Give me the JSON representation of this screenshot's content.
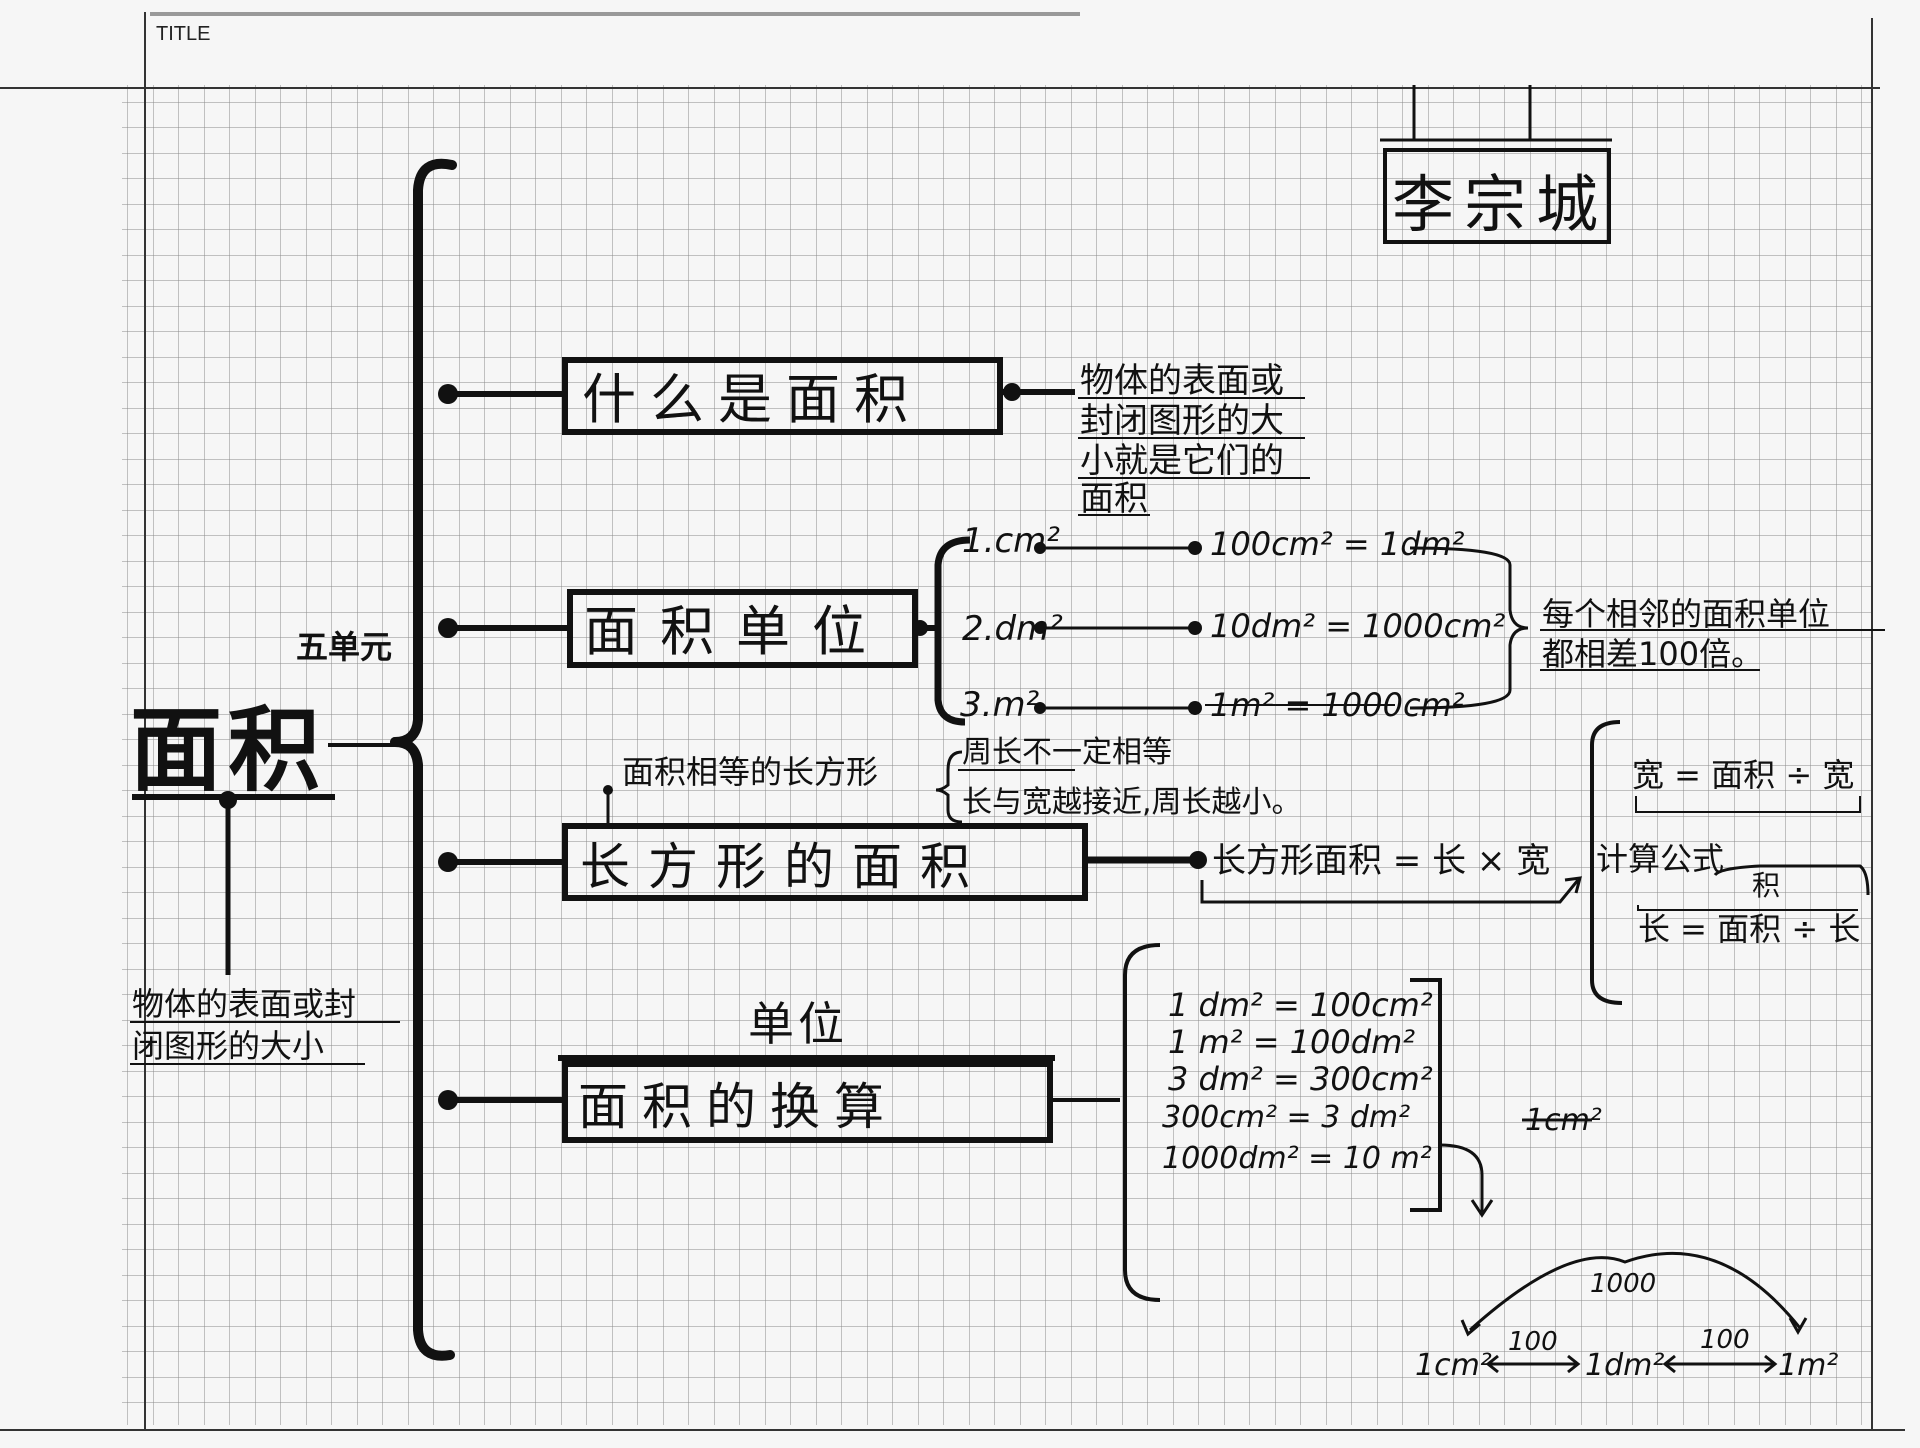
{
  "header": {
    "title_label": "TITLE"
  },
  "author": "李宗城",
  "root": {
    "label": "面积",
    "unit_note": "五单元",
    "definition": [
      "物体的表面或封",
      "闭图形的大小"
    ]
  },
  "branches": {
    "what_is_area": {
      "label": "什么是面积",
      "note": [
        "物体的表面或",
        "封闭图形的大",
        "小就是它们的",
        "面积"
      ]
    },
    "area_units": {
      "label": "面积单位",
      "units": [
        "1.cm²",
        "2.dm²",
        "3.m²"
      ],
      "conversions": [
        "100cm² = 1dm²",
        "10dm² = 1000cm²",
        "1m² = 1000cm²"
      ],
      "summary": [
        "每个相邻的面积单位",
        "都相差100倍。"
      ]
    },
    "rectangle_area": {
      "label": "长方形的面积",
      "equal_area_heading": "面积相等的长方形",
      "equal_area_notes": [
        "周长不一定相等",
        "长与宽越接近,周长越小。"
      ],
      "formula": "长方形面积 = 长 × 宽",
      "formula_heading": "计算公式",
      "width_formula": "宽 = 面积 ÷ 宽",
      "length_formula": "长 = 面积 ÷ 长",
      "length_correction": "积"
    },
    "unit_conversion": {
      "above_label": "单位",
      "label": "面积的换算",
      "equations": [
        "1 dm² = 100cm²",
        "1 m² = 100dm²",
        "3 dm² = 300cm²",
        "300cm² = 3 dm²",
        "1000dm² = 10 m²"
      ],
      "crossed_out": "1cm²",
      "scale": {
        "units": [
          "1cm²",
          "1dm²",
          "1m²"
        ],
        "step_rates": [
          "100",
          "100"
        ],
        "overall_rate": "1000"
      }
    }
  }
}
